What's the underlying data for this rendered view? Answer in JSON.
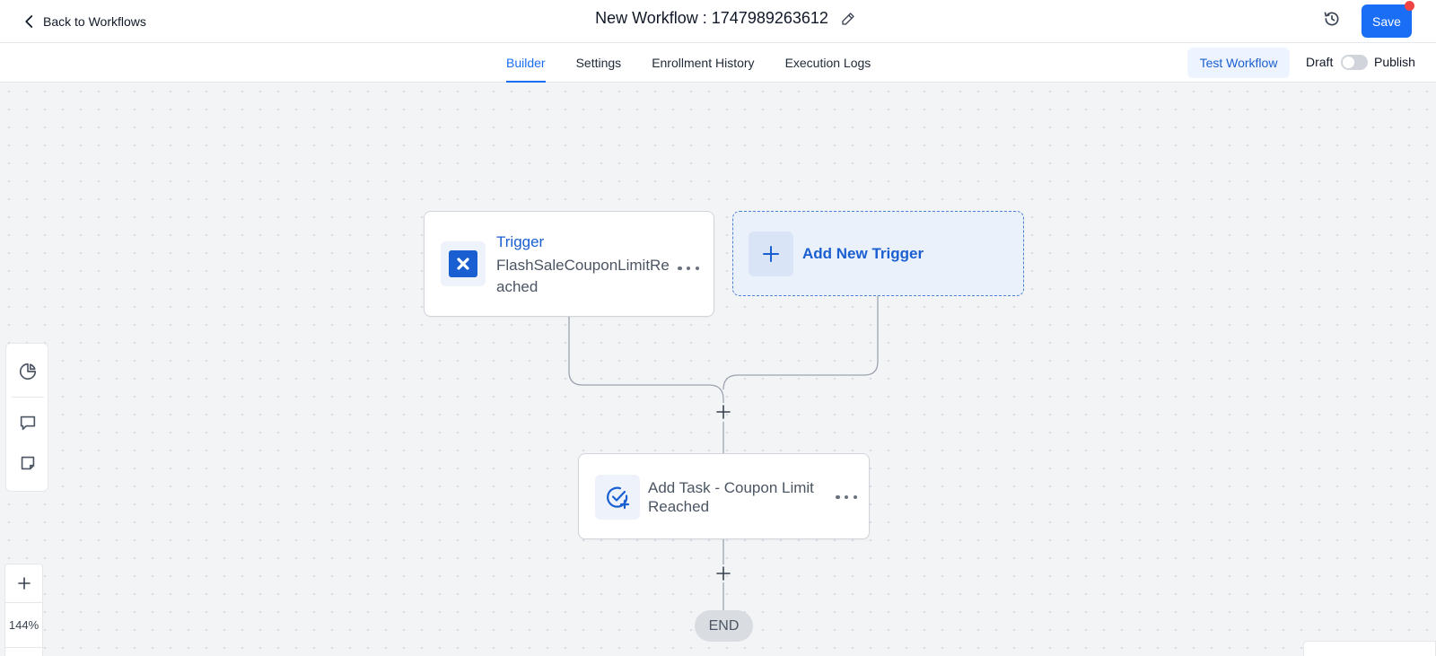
{
  "header": {
    "back_label": "Back to Workflows",
    "workflow_title": "New Workflow : 1747989263612",
    "save_label": "Save"
  },
  "tabs": [
    {
      "label": "Builder",
      "active": true
    },
    {
      "label": "Settings",
      "active": false
    },
    {
      "label": "Enrollment History",
      "active": false
    },
    {
      "label": "Execution Logs",
      "active": false
    }
  ],
  "actions": {
    "test_label": "Test Workflow",
    "draft_label": "Draft",
    "publish_label": "Publish",
    "published": false
  },
  "nodes": {
    "trigger": {
      "label": "Trigger",
      "event": "FlashSaleCouponLimitReached",
      "icon": "close-x-icon"
    },
    "add_trigger": {
      "label": "Add New Trigger",
      "icon": "plus-icon"
    },
    "task": {
      "label": "Add Task - Coupon Limit Reached",
      "icon": "task-check-plus-icon"
    },
    "end": {
      "label": "END"
    }
  },
  "zoom": {
    "level": "144%"
  },
  "colors": {
    "accent": "#1a6ef5",
    "accent_dark": "#1a5fd1",
    "notification": "#ef4444"
  }
}
